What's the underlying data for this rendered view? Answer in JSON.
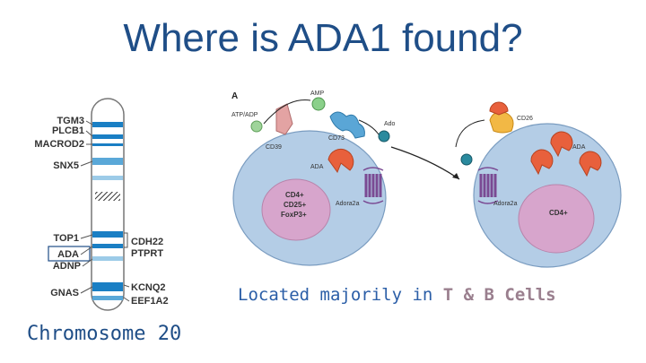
{
  "slide": {
    "title": "Where is ADA1 found?",
    "chromosome_caption": "Chromosome 20",
    "location_prefix": "Located majorily in ",
    "location_cells": "T & B Cells"
  },
  "chromosome": {
    "left_genes": [
      "TGM3",
      "PLCB1",
      "MACROD2",
      "SNX5",
      "TOP1",
      "ADA",
      "ADNP",
      "GNAS"
    ],
    "right_genes": [
      "CDH22",
      "PTPRT",
      "KCNQ2",
      "EEF1A2"
    ]
  },
  "diagram": {
    "panel_label": "A",
    "labels": {
      "amp": "AMP",
      "atp_adp": "ATP/ADP",
      "cd39": "CD39",
      "cd73": "CD73",
      "ada_left": "ADA",
      "ado": "Ado",
      "cd26": "CD26",
      "ada_right": "ADA",
      "adora2a_left": "Adora2a",
      "adora2a_right": "Adora2a",
      "treg_line1": "CD4+",
      "treg_line2": "CD25+",
      "treg_line3": "FoxP3+",
      "cd4_right": "CD4+"
    }
  },
  "colors": {
    "title": "#1f4e87",
    "cell_fill": "#b4cde6",
    "nucleus": "#d7a5cc",
    "ada_enzyme": "#e8603c",
    "receptor": "#7a4a93",
    "chromosome_band": "#1a7fc4",
    "cells_highlight": "#9a7f8e"
  }
}
